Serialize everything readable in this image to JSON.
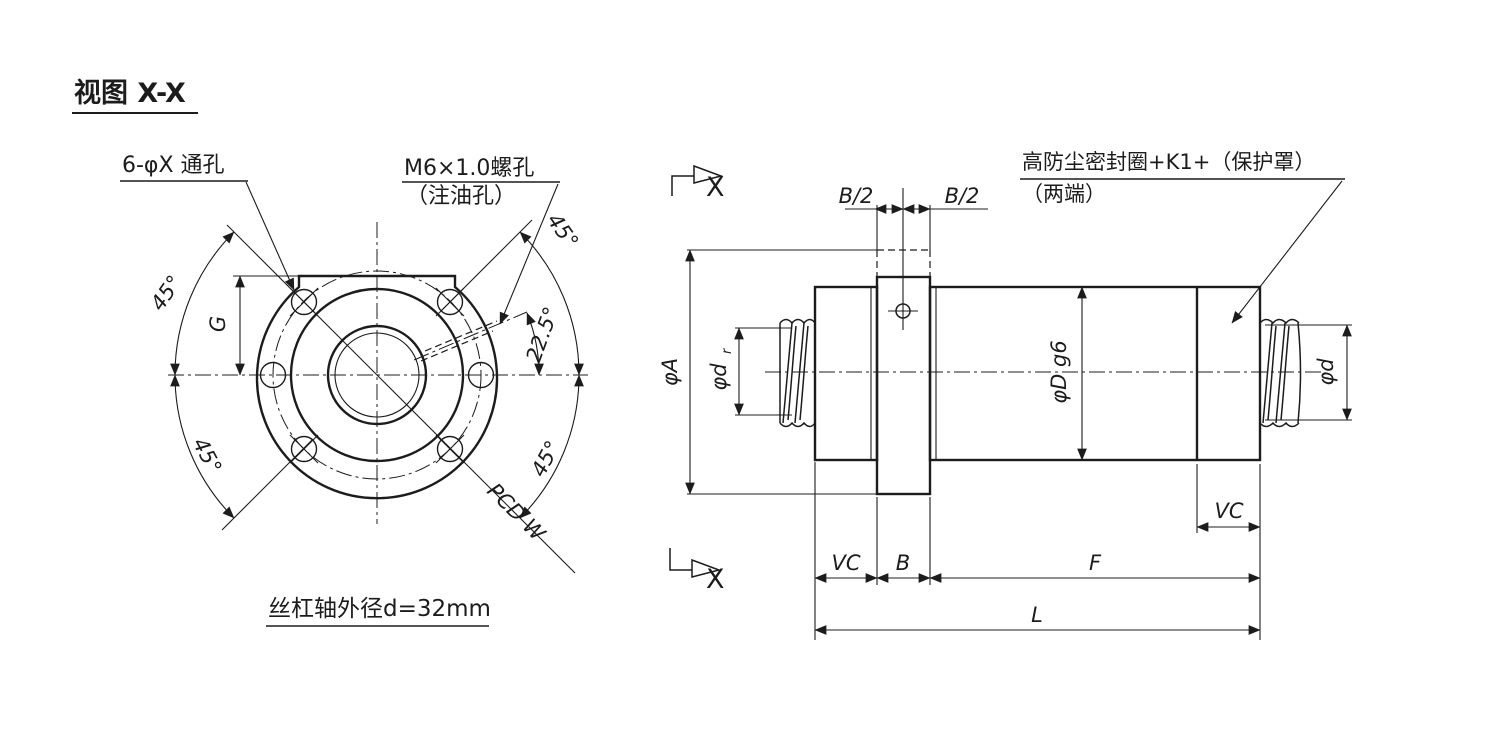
{
  "title": "视图 X-X",
  "front_view": {
    "through_holes_label": "6-φX 通孔",
    "oil_hole_label_line1": "M6×1.0螺孔",
    "oil_hole_label_line2": "（注油孔）",
    "angle_upper_left": "45°",
    "angle_lower_left": "45°",
    "angle_upper_right": "45°",
    "angle_lower_right": "45°",
    "angle_oil_hole": "22.5°",
    "g_dim": "G",
    "pcd_label": "PCD W",
    "note": "丝杠轴外径d=32mm"
  },
  "side_view": {
    "seal_label_line1": "高防尘密封圈+K1+（保护罩）",
    "seal_label_line2": "（两端）",
    "b_half_left": "B/2",
    "b_half_right": "B/2",
    "dia_A": "φA",
    "dia_dr_main": "φd",
    "dia_dr_sub": "r",
    "dia_D_g6": "φD g6",
    "dia_d": "φd",
    "vc_top_right": "VC",
    "vc_bottom": "VC",
    "b_dim": "B",
    "f_dim": "F",
    "l_dim": "L",
    "section_label_top": "X",
    "section_label_bottom": "X"
  },
  "colors": {
    "line": "#1c1c1c",
    "background": "#ffffff"
  }
}
